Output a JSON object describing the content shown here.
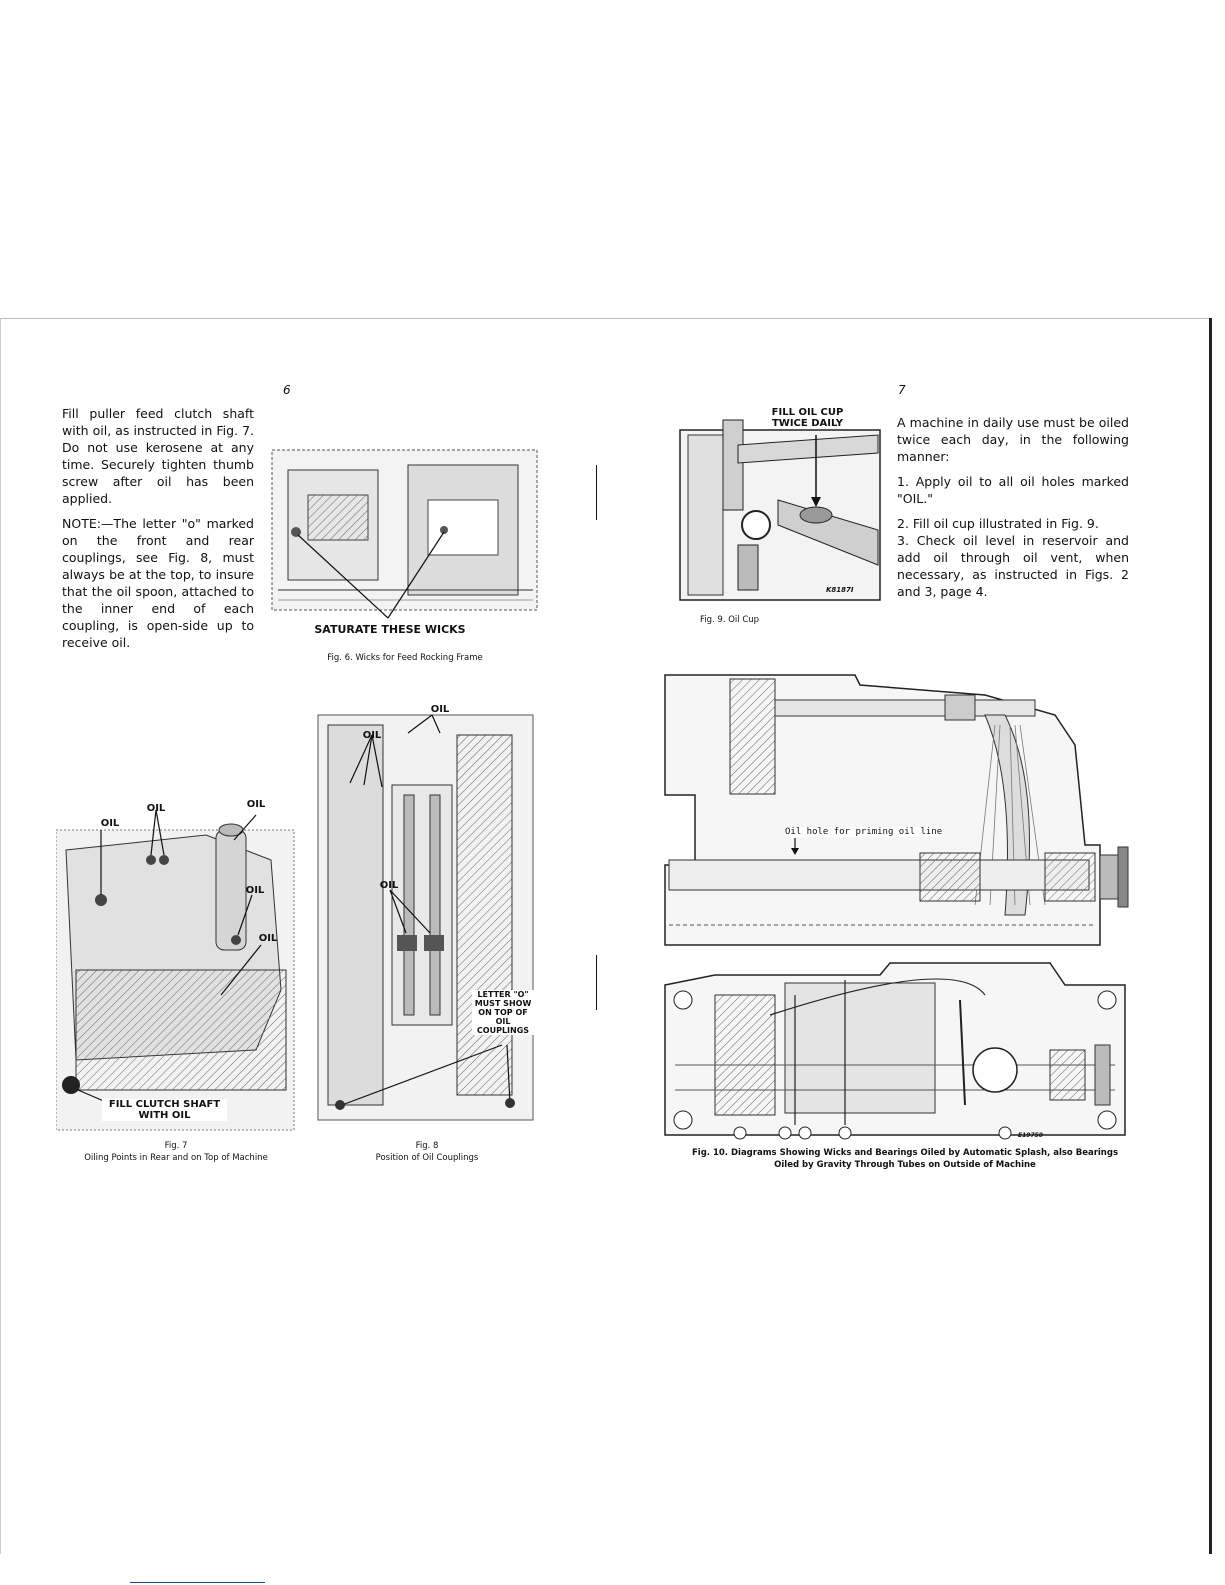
{
  "left_page": {
    "page_number": "6",
    "paragraph_1": "Fill puller feed clutch shaft with oil, as instructed in Fig. 7. Do not use kerosene at any time. Securely tighten thumb screw after oil has been applied.",
    "paragraph_2": "NOTE:—The letter \"o\" marked on the front and rear couplings, see Fig. 8, must always be at the top, to insure that the oil spoon, attached to the inner end of each coupling, is open-side up to receive oil.",
    "fig6": {
      "label": "SATURATE THESE WICKS",
      "caption": "Fig. 6. Wicks for Feed Rocking Frame"
    },
    "fig7": {
      "labels": [
        "OIL",
        "OIL",
        "OIL",
        "OIL",
        "OIL"
      ],
      "callout": "FILL CLUTCH SHAFT WITH OIL",
      "caption_title": "Fig. 7",
      "caption_text": "Oiling Points in Rear and on Top of Machine"
    },
    "fig8": {
      "labels": [
        "OIL",
        "OIL",
        "OIL"
      ],
      "callout": "LETTER \"O\" MUST SHOW ON TOP OF OIL COUPLINGS",
      "caption_title": "Fig. 8",
      "caption_text": "Position of Oil Couplings"
    }
  },
  "right_page": {
    "page_number": "7",
    "paragraph_1": "A machine in daily use must be oiled twice each day, in the following manner:",
    "step_1": "1. Apply oil to all oil holes marked \"OIL.\"",
    "step_2": "2. Fill oil cup illustrated in Fig. 9.",
    "step_3": "3. Check oil level in reservoir and add oil through oil vent, when necessary, as instructed in Figs. 2 and 3, page 4.",
    "fig9": {
      "label_line1": "FILL OIL CUP",
      "label_line2": "TWICE DAILY",
      "code": "K8187I",
      "caption": "Fig. 9. Oil Cup"
    },
    "fig10": {
      "annotation": "Oil hole for priming oil line",
      "code": "E19750",
      "caption_line1": "Fig. 10. Diagrams Showing Wicks and Bearings Oiled by Automatic Splash, also Bearings",
      "caption_line2": "Oiled by Gravity Through Tubes on Outside of Machine"
    }
  }
}
